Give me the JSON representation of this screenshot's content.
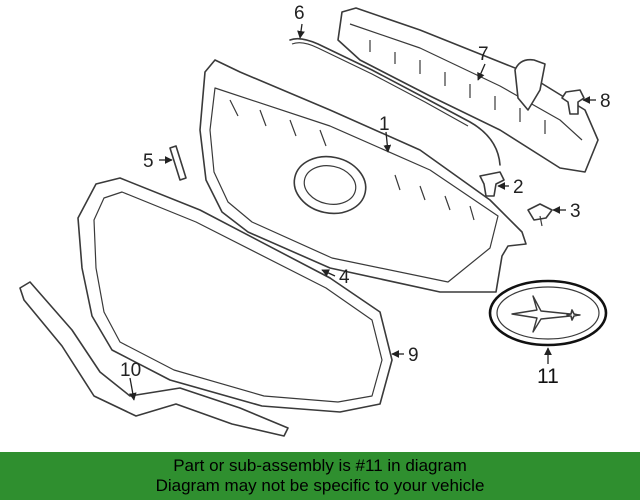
{
  "diagram": {
    "callouts": [
      "1",
      "2",
      "3",
      "4",
      "5",
      "6",
      "7",
      "8",
      "9",
      "10",
      "11"
    ]
  },
  "banner": {
    "line1": "Part or sub-assembly is #11 in diagram",
    "line2": "Diagram may not be specific to your vehicle",
    "background_color": "#2f8f2f"
  },
  "colors": {
    "line_art": "#3a3a3a",
    "background": "#ffffff"
  }
}
